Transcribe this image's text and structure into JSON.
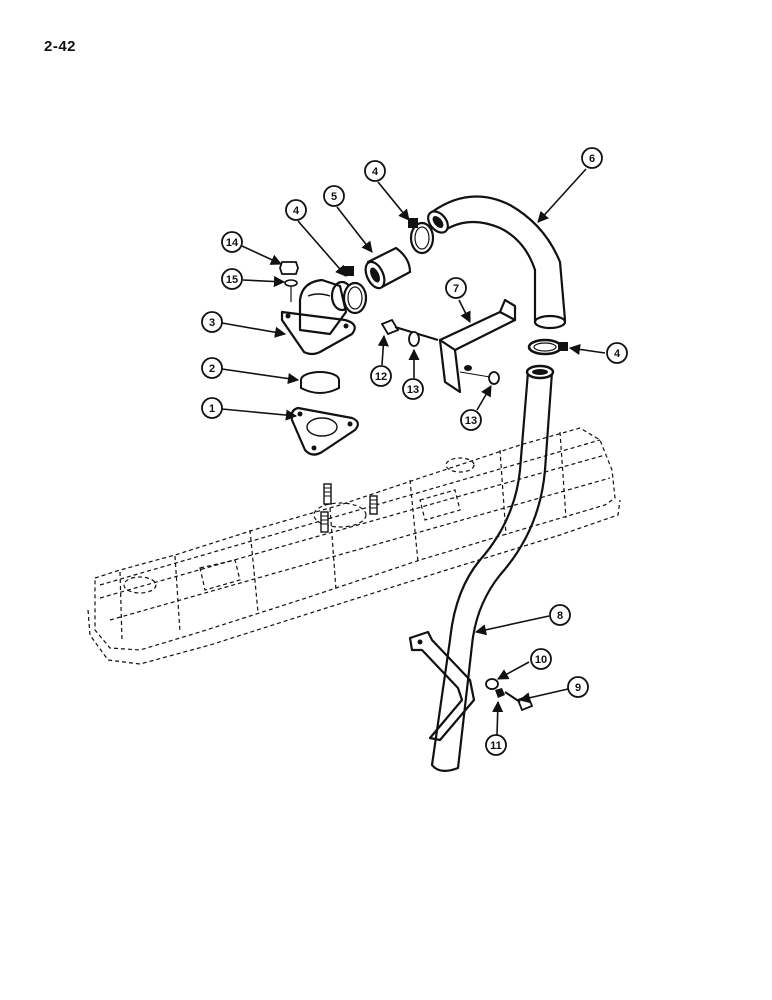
{
  "page": {
    "number": "2-42"
  },
  "callouts": {
    "c1": "1",
    "c2": "2",
    "c3": "3",
    "c4a": "4",
    "c4b": "4",
    "c4c": "4",
    "c5": "5",
    "c6": "6",
    "c7": "7",
    "c8": "8",
    "c9": "9",
    "c10": "10",
    "c11": "11",
    "c12": "12",
    "c13a": "13",
    "c13b": "13",
    "c14": "14",
    "c15": "15"
  }
}
